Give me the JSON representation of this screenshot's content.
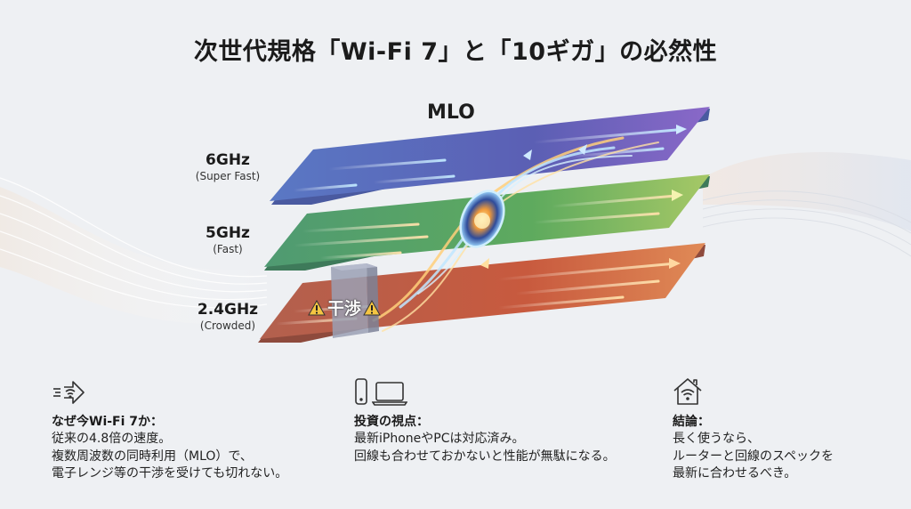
{
  "title": "次世代規格「Wi-Fi 7」と「10ギガ」の必然性",
  "diagram": {
    "center_label": "MLO",
    "bands": [
      {
        "name": "6GHz",
        "sub": "(Super Fast)",
        "color": "#5e6fc0"
      },
      {
        "name": "5GHz",
        "sub": "(Fast)",
        "color": "#5aa06a"
      },
      {
        "name": "2.4GHz",
        "sub": "(Crowded)",
        "color": "#c46a50"
      }
    ],
    "interference_label": "干渉",
    "interference_icon": "warning-icon"
  },
  "columns": [
    {
      "icon": "fast-wifi-arrow-icon",
      "heading": "なぜ今Wi-Fi 7か：",
      "lines": [
        "従来の4.8倍の速度。",
        "複数周波数の同時利用（MLO）で、",
        "電子レンジ等の干渉を受けても切れない。"
      ]
    },
    {
      "icon": "phone-laptop-icon",
      "heading": "投資の視点：",
      "lines": [
        "最新iPhoneやPCは対応済み。",
        "回線も合わせておかないと性能が無駄になる。"
      ]
    },
    {
      "icon": "home-wifi-icon",
      "heading": "結論：",
      "lines": [
        "長く使うなら、",
        "ルーターと回線のスペックを",
        "最新に合わせるべき。"
      ]
    }
  ]
}
